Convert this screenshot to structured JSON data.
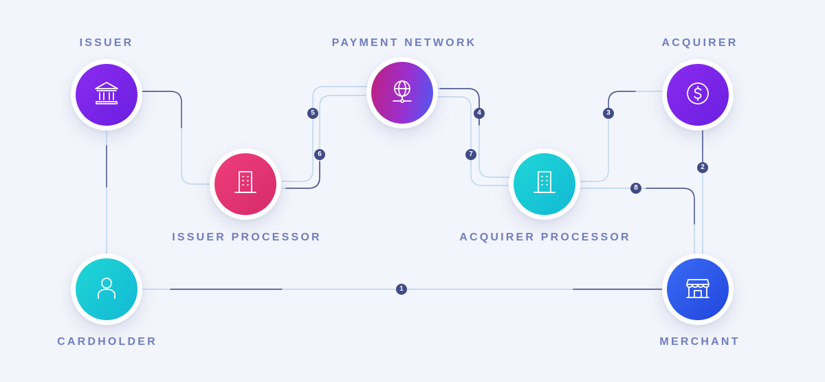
{
  "entities": {
    "issuer": {
      "label": "ISSUER",
      "icon": "bank-icon"
    },
    "payment_network": {
      "label": "PAYMENT NETWORK",
      "icon": "globe-network-icon"
    },
    "acquirer": {
      "label": "ACQUIRER",
      "icon": "dollar-coin-icon"
    },
    "issuer_processor": {
      "label": "ISSUER PROCESSOR",
      "icon": "building-icon"
    },
    "acquirer_processor": {
      "label": "ACQUIRER PROCESSOR",
      "icon": "building-icon"
    },
    "cardholder": {
      "label": "CARDHOLDER",
      "icon": "user-icon"
    },
    "merchant": {
      "label": "MERCHANT",
      "icon": "storefront-icon"
    }
  },
  "steps": [
    "1",
    "2",
    "3",
    "4",
    "5",
    "6",
    "7",
    "8"
  ],
  "colors": {
    "background": "#f3f5fc",
    "label": "#6f7dbd",
    "step_badge": "#414b86",
    "line_light": "#b9d4ec",
    "line_dark": "#414b86"
  }
}
